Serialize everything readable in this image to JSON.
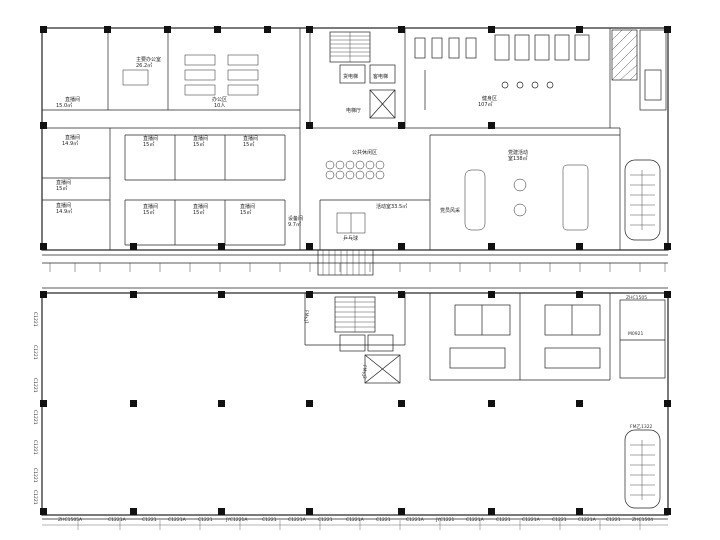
{
  "upper_floor": {
    "rooms": {
      "president_office": "主要办公室",
      "president_office_area": "26.2㎡",
      "open_office": "办公区",
      "open_office_count": "10人",
      "gym": "健身区",
      "gym_area": "107㎡",
      "elevator_hall": "电梯厅",
      "lift_a": "货电梯",
      "lift_b": "客电梯",
      "public_lounge": "公共休闲区",
      "party_activity": "党建活动",
      "party_activity_area": "室138㎡",
      "activity_room": "活动室33.5㎡",
      "equipment_room": "设备间",
      "equipment_room_area": "9.7㎡",
      "pingpong": "乒乓球",
      "reading_corner": "党员风采",
      "live_room_1": "直播间",
      "live_room_1_area": "15.0㎡",
      "live_room_2": "直播间",
      "live_room_2_area": "14.9㎡",
      "live_room_3": "直播间",
      "live_room_3_area": "14.9㎡",
      "live_room_4": "直播间",
      "live_room_4_area": "15㎡",
      "live_room_5": "直播间",
      "live_room_5_area": "15㎡",
      "live_room_6": "直播间",
      "live_room_6_area": "15㎡",
      "live_room_7": "直播间",
      "live_room_7_area": "15㎡",
      "live_room_8": "直播间",
      "live_room_8_area": "15㎡",
      "live_room_9": "直播间",
      "live_room_9_area": "15㎡",
      "live_room_10": "直播间",
      "live_room_10_area": "15㎡"
    }
  },
  "lower_floor": {
    "door_tags": {
      "fm1": "FM乙1",
      "fm2": "FM乙2",
      "fm3": "FM乙1322",
      "zhc1": "ZHC1505",
      "zhc2": "ZHC1505A",
      "zhc3": "ZHC1504",
      "m0921": "M0921"
    },
    "bottom_windows": [
      "C1221A",
      "C1221",
      "C1221A",
      "C1221",
      "JYC1221A",
      "C1221",
      "C1221A",
      "C1221",
      "C1221A",
      "C1221",
      "C1221A",
      "JYC1221",
      "C1221A",
      "C1221",
      "C1221A",
      "C1221",
      "C1221A",
      "C1221"
    ],
    "left_windows": [
      "C1221",
      "C1221",
      "C1221",
      "C1221",
      "C1221",
      "C1221",
      "C1221"
    ]
  }
}
